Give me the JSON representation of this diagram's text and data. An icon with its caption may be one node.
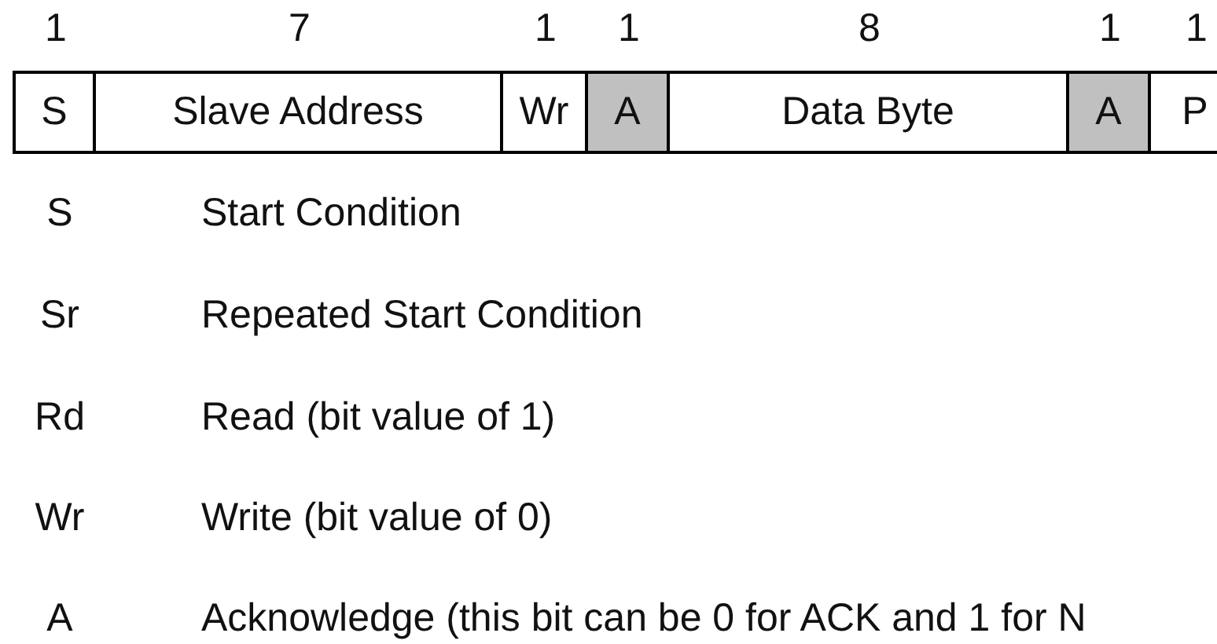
{
  "diagram": {
    "nodes": [
      {
        "text": [
          "S"
        ],
        "beside": [
          "1"
        ]
      },
      {
        "text": [
          "Slave Address"
        ],
        "beside": [
          "7"
        ]
      },
      {
        "text": [
          "Wr"
        ],
        "beside": [
          "1"
        ]
      },
      {
        "text": [
          "A"
        ],
        "beside": [
          "1"
        ]
      },
      {
        "text": [
          "Data Byte"
        ],
        "beside": [
          "8"
        ]
      },
      {
        "text": [
          "A"
        ],
        "beside": [
          "1"
        ]
      },
      {
        "text": [
          "P"
        ],
        "beside": [
          "1"
        ]
      }
    ],
    "labels": [
      "S",
      "Start Condition",
      "Sr",
      "Repeated Start Condition",
      "Rd",
      "Read (bit value of 1)",
      "Wr",
      "Write (bit value of 0)",
      "A",
      "Acknowledge (this bit can be 0 for ACK and 1 for N"
    ]
  }
}
